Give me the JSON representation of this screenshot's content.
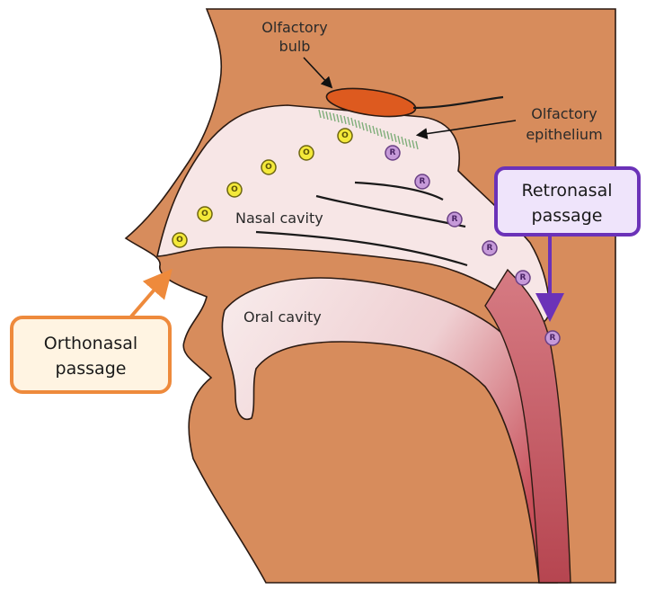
{
  "labels": {
    "olfactory_bulb_line1": "Olfactory",
    "olfactory_bulb_line2": "bulb",
    "olfactory_epithelium_line1": "Olfactory",
    "olfactory_epithelium_line2": "epithelium",
    "nasal_cavity": "Nasal cavity",
    "oral_cavity": "Oral cavity"
  },
  "callouts": {
    "orthonasal": {
      "line1": "Orthonasal",
      "line2": "passage",
      "color": "#ee8a3c"
    },
    "retronasal": {
      "line1": "Retronasal",
      "line2": "passage",
      "color": "#6b32b8"
    }
  },
  "markers": {
    "orthonasal_letter": "O",
    "retronasal_letter": "R",
    "orthonasal_fill": "#f4e93a",
    "retronasal_fill": "#c69ad9"
  },
  "colors": {
    "skin": "#d78c5c",
    "cavity": "#f6e2e2",
    "throat": "#c4535d",
    "bulb": "#dd5a1f",
    "epithelium": "#7fae7a",
    "orthonasal_box_fill": "#fff4e2",
    "retronasal_box_fill": "#efe4fb"
  }
}
